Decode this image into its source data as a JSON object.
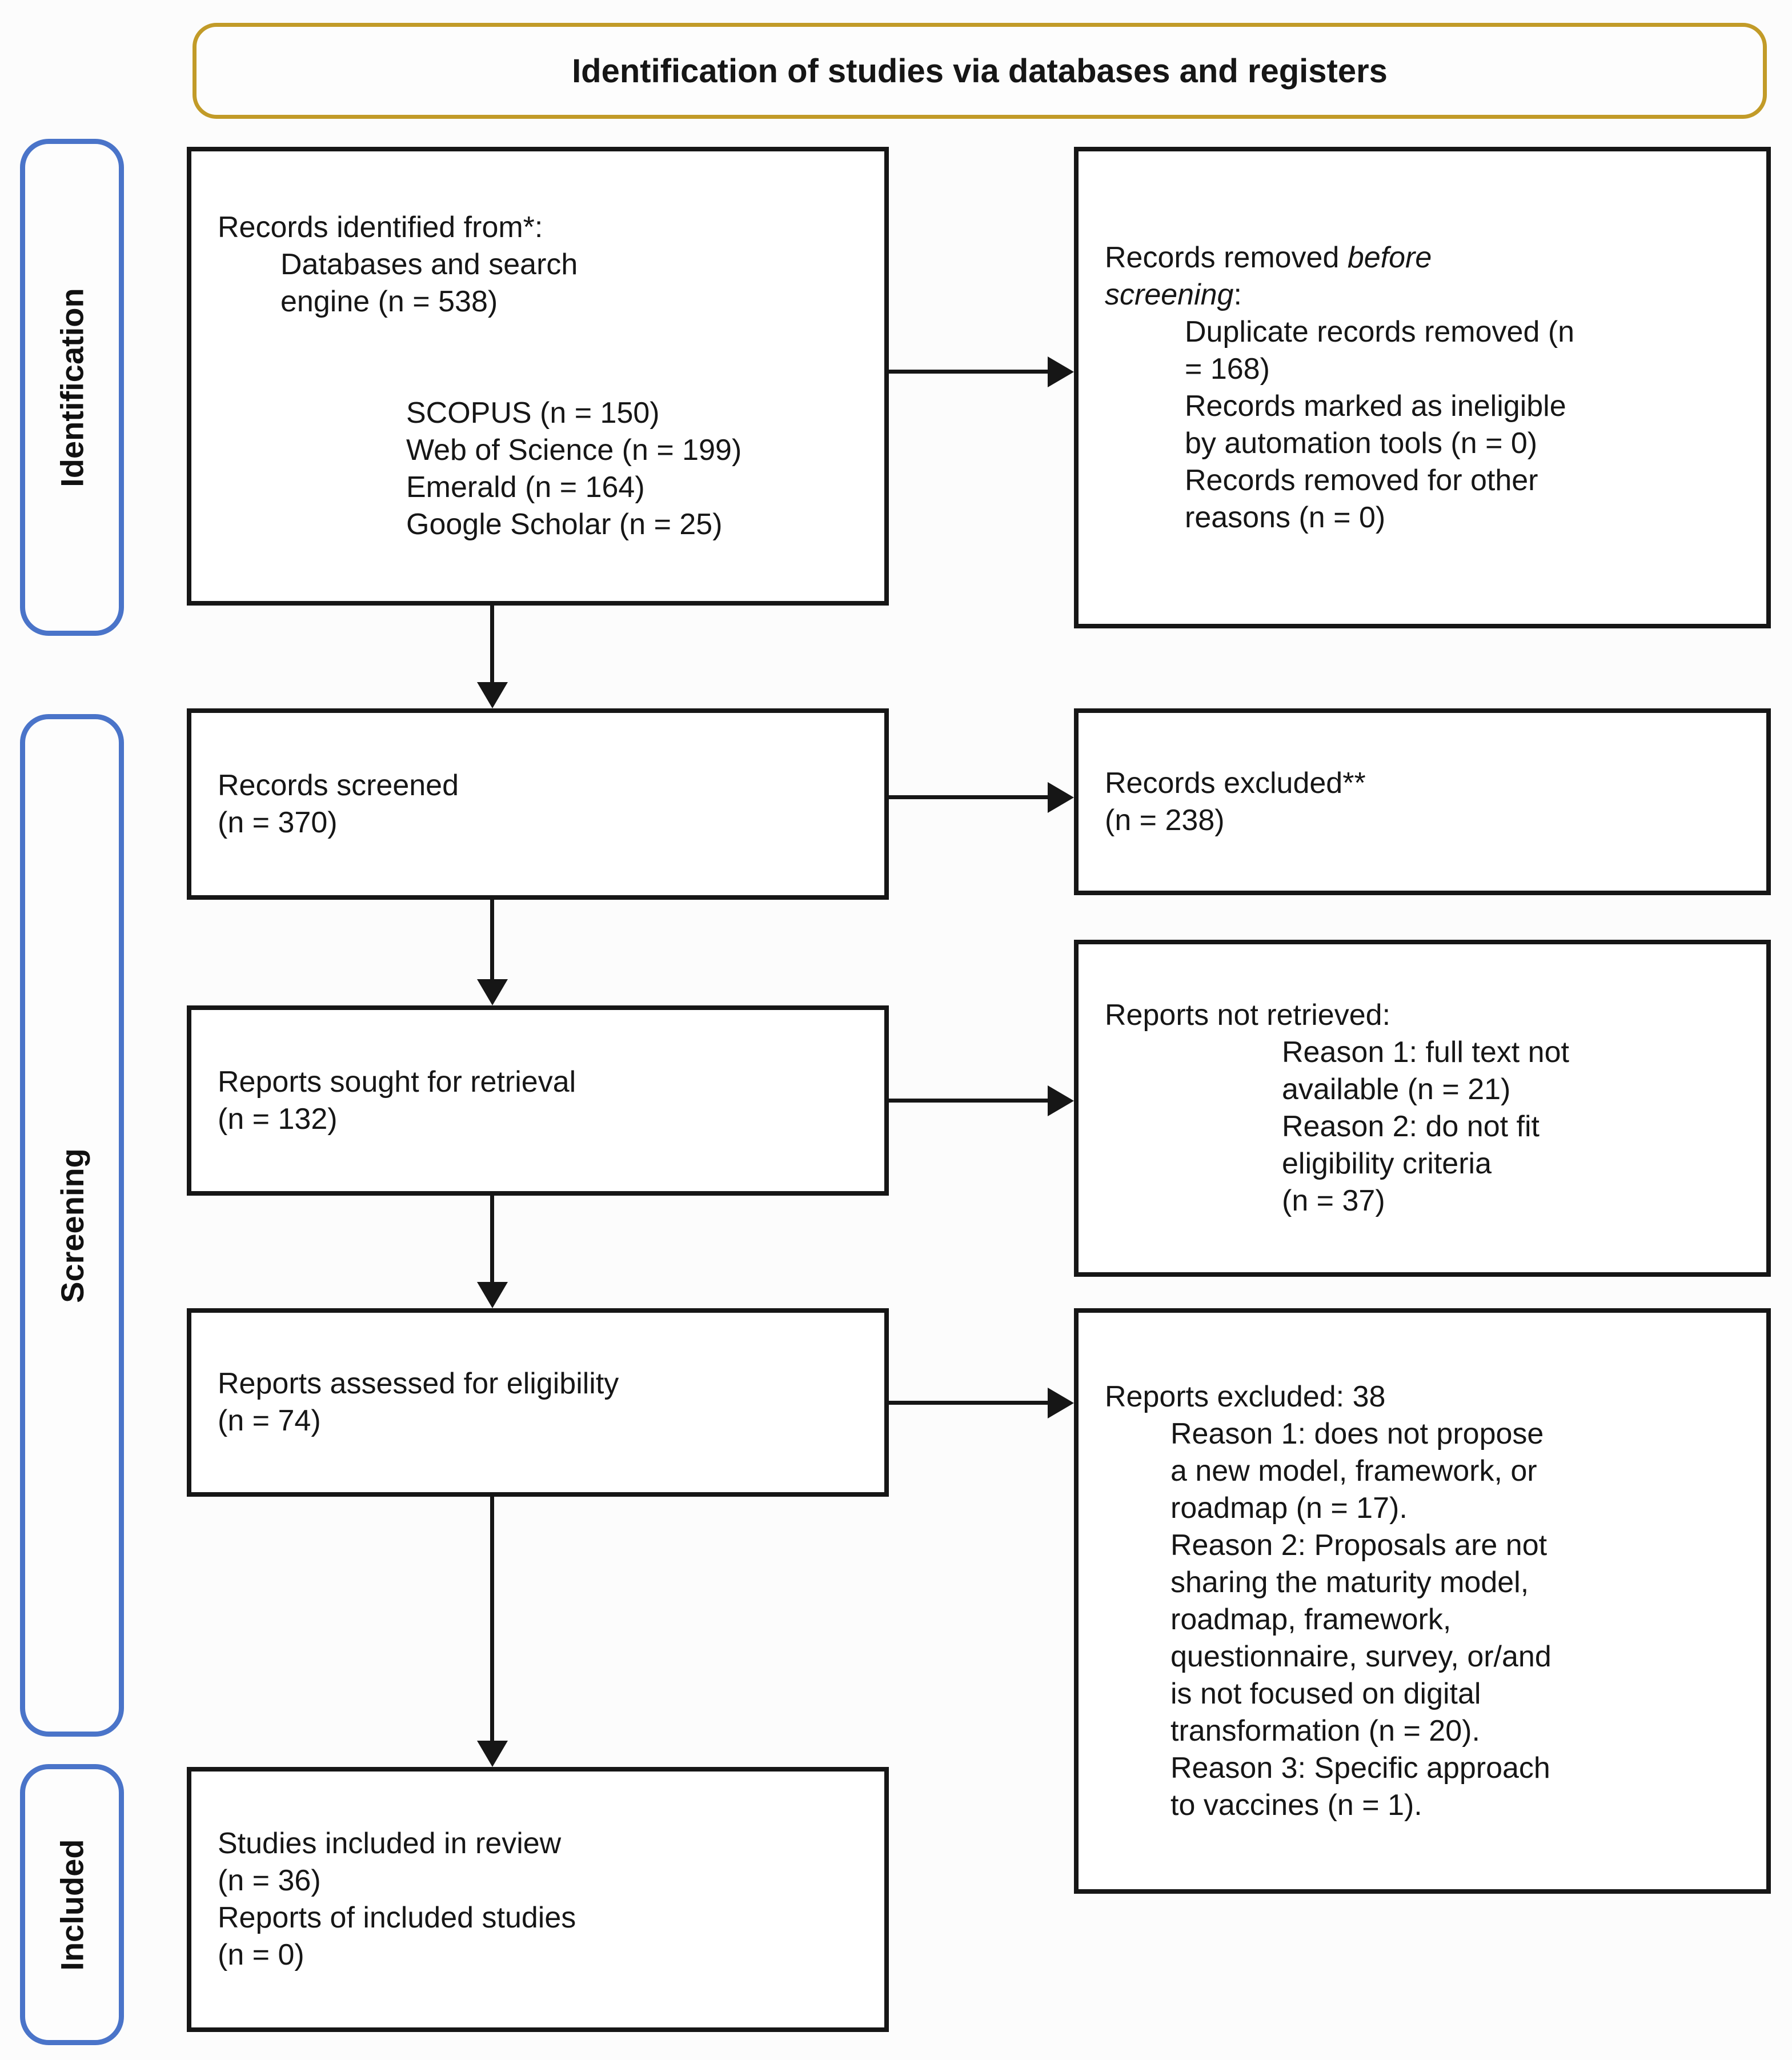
{
  "diagram": {
    "title": "Identification of studies via databases and registers"
  },
  "colors": {
    "gold": "#C29B28",
    "blue": "#4A74C9",
    "ink": "#161616"
  },
  "sidebar": {
    "stages": [
      {
        "label": "Identification"
      },
      {
        "label": "Screening"
      },
      {
        "label": "Included"
      }
    ]
  },
  "boxes": {
    "identified": {
      "lines": [
        "Records identified from*:",
        "Databases and search",
        "engine (n = 538)"
      ],
      "sources": [
        "SCOPUS (n = 150)",
        "Web of Science (n = 199)",
        "Emerald (n = 164)",
        "Google Scholar (n = 25)"
      ]
    },
    "removed": {
      "header": {
        "normal1": "Records removed ",
        "italic1": "before",
        "italic2": "screening",
        "normal2": ":"
      },
      "item_lines": [
        "Duplicate records removed (n",
        "= 168)",
        "Records marked as ineligible",
        "by automation tools (n = 0)",
        "Records removed for other",
        "reasons (n = 0)"
      ]
    },
    "screened": {
      "lines": [
        "Records screened",
        "(n = 370)"
      ]
    },
    "records_excluded": {
      "lines": [
        "Records excluded**",
        "(n = 238)"
      ]
    },
    "sought": {
      "lines": [
        "Reports sought for retrieval",
        "(n = 132)"
      ]
    },
    "not_retrieved": {
      "header": "Reports not retrieved:",
      "item_lines": [
        "Reason 1: full text not",
        "available (n = 21)",
        "Reason 2: do not fit",
        "eligibility criteria",
        "(n = 37)"
      ]
    },
    "assessed": {
      "lines": [
        "Reports assessed for eligibility",
        "(n = 74)"
      ]
    },
    "reports_excluded": {
      "header": "Reports excluded: 38",
      "item_lines": [
        "Reason 1: does not propose",
        "a new model, framework, or",
        "roadmap (n = 17).",
        "Reason 2: Proposals are not",
        "sharing the maturity model,",
        "roadmap, framework,",
        "questionnaire, survey, or/and",
        "is not focused on digital",
        "transformation (n = 20).",
        "Reason 3: Specific approach",
        "to vaccines (n = 1)."
      ]
    },
    "included": {
      "lines": [
        "Studies included in review",
        "(n = 36)",
        "Reports of included studies",
        "(n = 0)"
      ]
    }
  }
}
